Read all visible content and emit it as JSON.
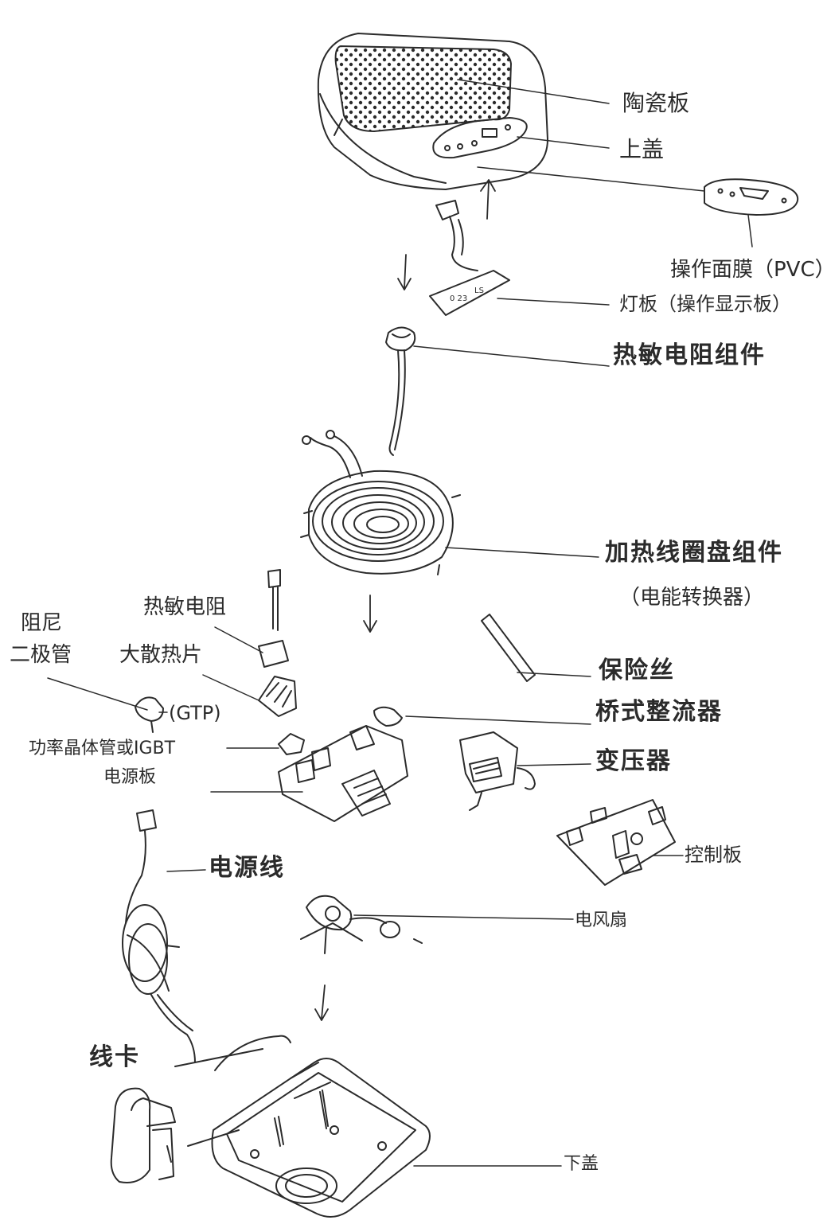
{
  "labels": {
    "ceramic_plate": "陶瓷板",
    "upper_cover": "上盖",
    "operation_film": "操作面膜（PVC）",
    "light_board": "灯板（操作显示板）",
    "thermistor_assembly": "热敏电阻组件",
    "heating_coil_assembly": "加热线圈盘组件",
    "energy_converter": "（电能转换器）",
    "thermistor": "热敏电阻",
    "damping_diode_1": "阻尼",
    "damping_diode_2": "二极管",
    "large_heatsink": "大散热片",
    "gtp": "(GTP)",
    "power_transistor": "功率晶体管或IGBT",
    "power_board": "电源板",
    "fuse": "保险丝",
    "bridge_rectifier": "桥式整流器",
    "transformer": "变压器",
    "control_board": "控制板",
    "power_cord": "电源线",
    "electric_fan": "电风扇",
    "cord_clip": "线卡",
    "lower_cover": "下盖"
  },
  "colors": {
    "ink": "#2b2b2b",
    "paper": "#ffffff"
  }
}
